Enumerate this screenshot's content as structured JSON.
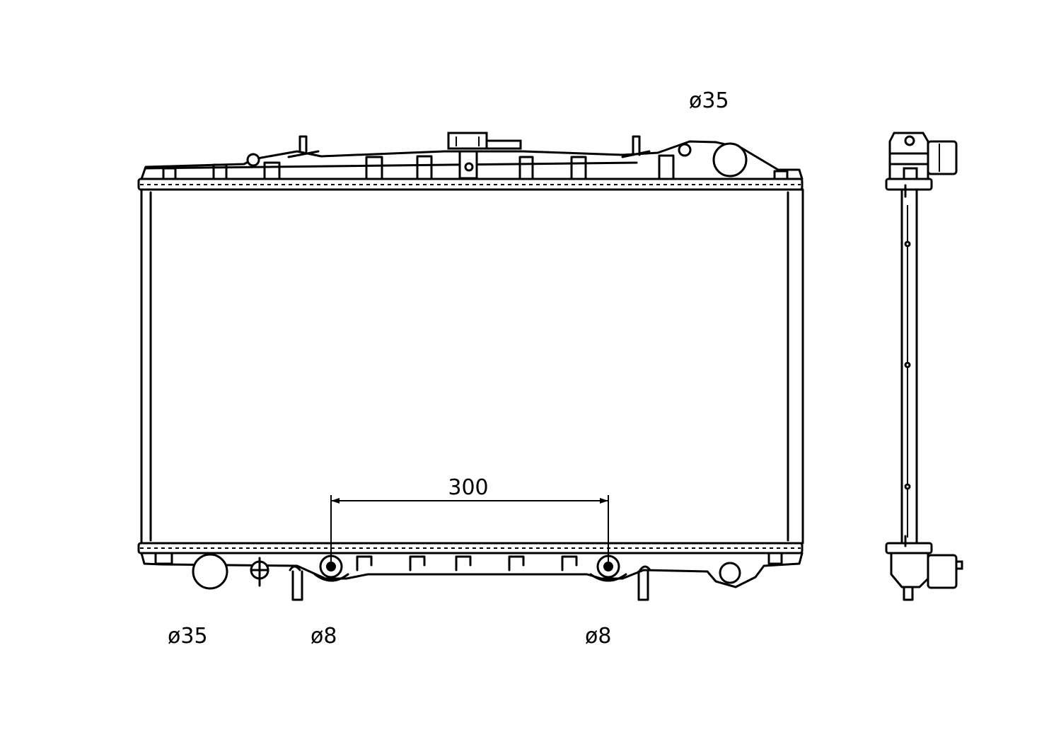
{
  "labels": {
    "top_right_diameter": "ø35",
    "dimension_span": "300",
    "bottom_left_diameter": "ø35",
    "bottom_mount_left_diameter": "ø8",
    "bottom_mount_right_diameter": "ø8"
  }
}
